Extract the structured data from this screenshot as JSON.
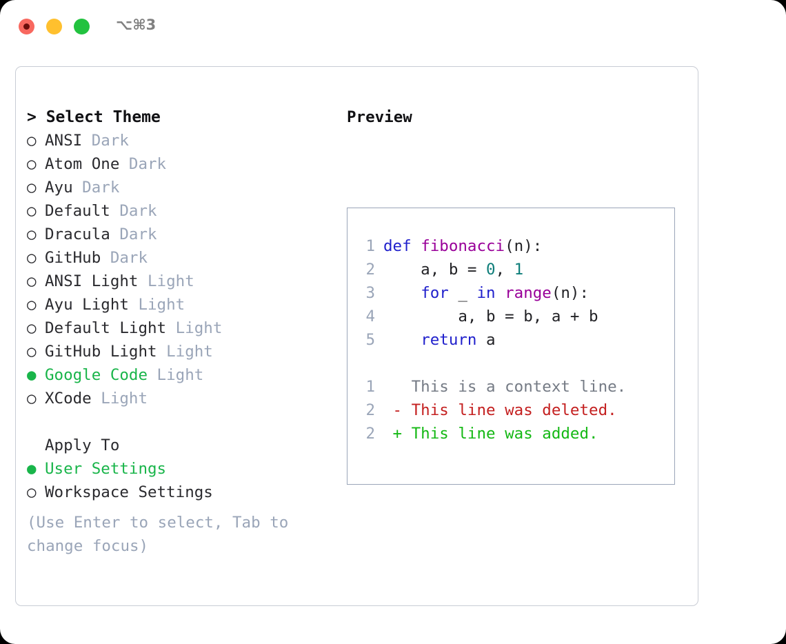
{
  "titlebar": {
    "shortcut": "⌥⌘3",
    "buttons": [
      {
        "name": "close",
        "color": "#f8685f"
      },
      {
        "name": "minimize",
        "color": "#ffc02e"
      },
      {
        "name": "maximize",
        "color": "#22c23f"
      }
    ]
  },
  "theme_list": {
    "header": "> Select Theme",
    "items": [
      {
        "bullet": "○",
        "label": "ANSI",
        "variant": "Dark",
        "selected": false
      },
      {
        "bullet": "○",
        "label": "Atom One",
        "variant": "Dark",
        "selected": false
      },
      {
        "bullet": "○",
        "label": "Ayu",
        "variant": "Dark",
        "selected": false
      },
      {
        "bullet": "○",
        "label": "Default",
        "variant": "Dark",
        "selected": false
      },
      {
        "bullet": "○",
        "label": "Dracula",
        "variant": "Dark",
        "selected": false
      },
      {
        "bullet": "○",
        "label": "GitHub",
        "variant": "Dark",
        "selected": false
      },
      {
        "bullet": "○",
        "label": "ANSI Light",
        "variant": "Light",
        "selected": false
      },
      {
        "bullet": "○",
        "label": "Ayu Light",
        "variant": "Light",
        "selected": false
      },
      {
        "bullet": "○",
        "label": "Default Light",
        "variant": "Light",
        "selected": false
      },
      {
        "bullet": "○",
        "label": "GitHub Light",
        "variant": "Light",
        "selected": false
      },
      {
        "bullet": "●",
        "label": "Google Code",
        "variant": "Light",
        "selected": true
      },
      {
        "bullet": "○",
        "label": "XCode",
        "variant": "Light",
        "selected": false
      }
    ]
  },
  "apply_to": {
    "title": "Apply To",
    "items": [
      {
        "bullet": "●",
        "label": "User Settings",
        "selected": true
      },
      {
        "bullet": "○",
        "label": "Workspace Settings",
        "selected": false
      }
    ]
  },
  "hint": "(Use Enter to select, Tab to change focus)",
  "preview": {
    "title": "Preview",
    "code_lines": [
      {
        "no": "1",
        "tokens": [
          {
            "t": "def ",
            "c": "kw"
          },
          {
            "t": "fibonacci",
            "c": "fn"
          },
          {
            "t": "(n):",
            "c": "pl"
          }
        ]
      },
      {
        "no": "2",
        "tokens": [
          {
            "t": "    a, b = ",
            "c": "pl"
          },
          {
            "t": "0",
            "c": "num"
          },
          {
            "t": ", ",
            "c": "pl"
          },
          {
            "t": "1",
            "c": "num"
          }
        ]
      },
      {
        "no": "3",
        "tokens": [
          {
            "t": "    ",
            "c": "pl"
          },
          {
            "t": "for",
            "c": "kw"
          },
          {
            "t": " _ ",
            "c": "pl"
          },
          {
            "t": "in",
            "c": "kw"
          },
          {
            "t": " ",
            "c": "pl"
          },
          {
            "t": "range",
            "c": "fn"
          },
          {
            "t": "(n):",
            "c": "pl"
          }
        ]
      },
      {
        "no": "4",
        "tokens": [
          {
            "t": "        a, b = b, a + b",
            "c": "pl"
          }
        ]
      },
      {
        "no": "5",
        "tokens": [
          {
            "t": "    ",
            "c": "pl"
          },
          {
            "t": "return",
            "c": "kw"
          },
          {
            "t": " a",
            "c": "pl"
          }
        ]
      }
    ],
    "diff_lines": [
      {
        "no": "1",
        "marker": " ",
        "text": " This is a context line.",
        "kind": "d-ctx"
      },
      {
        "no": "2",
        "marker": "-",
        "text": " This line was deleted.",
        "kind": "d-del"
      },
      {
        "no": "2",
        "marker": "+",
        "text": " This line was added.",
        "kind": "d-add"
      }
    ]
  },
  "colors": {
    "accent_green": "#19b54a",
    "keyword_blue": "#2020cc",
    "function_magenta": "#990099",
    "number_teal": "#0d7d79",
    "muted_gray": "#9aa5b8",
    "diff_deleted": "#c42020",
    "diff_added": "#14b814"
  }
}
